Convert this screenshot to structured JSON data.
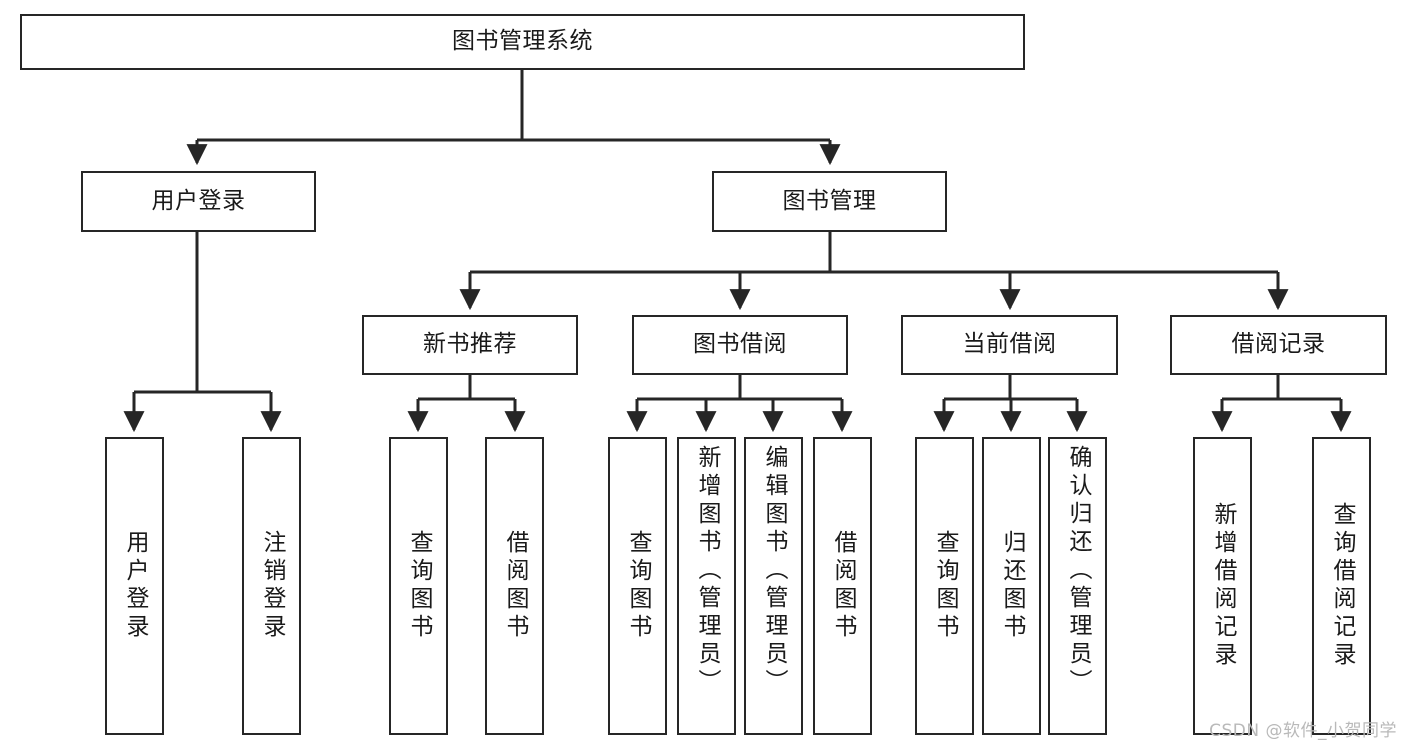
{
  "diagram": {
    "title": "图书管理系统",
    "type": "tree-hierarchy-chart",
    "colors": {
      "stroke": "#262626",
      "fill": "#ffffff",
      "text": "#1a1a1a",
      "watermark": "#b9b9b9"
    },
    "root": {
      "label": "图书管理系统"
    },
    "level2": [
      {
        "label": "用户登录"
      },
      {
        "label": "图书管理"
      }
    ],
    "level3": [
      {
        "label": "新书推荐"
      },
      {
        "label": "图书借阅"
      },
      {
        "label": "当前借阅"
      },
      {
        "label": "借阅记录"
      }
    ],
    "leaves": {
      "user_login": [
        {
          "label": "用户登录"
        },
        {
          "label": "注销登录"
        }
      ],
      "new_book": [
        {
          "label": "查询图书"
        },
        {
          "label": "借阅图书"
        }
      ],
      "book_borrow": [
        {
          "label": "查询图书"
        },
        {
          "label": "新增图书（管理员）"
        },
        {
          "label": "编辑图书（管理员）"
        },
        {
          "label": "借阅图书"
        }
      ],
      "current_borrow": [
        {
          "label": "查询图书"
        },
        {
          "label": "归还图书"
        },
        {
          "label": "确认归还（管理员）"
        }
      ],
      "borrow_record": [
        {
          "label": "新增借阅记录"
        },
        {
          "label": "查询借阅记录"
        }
      ]
    },
    "watermark": "CSDN @软件_小贺同学"
  }
}
